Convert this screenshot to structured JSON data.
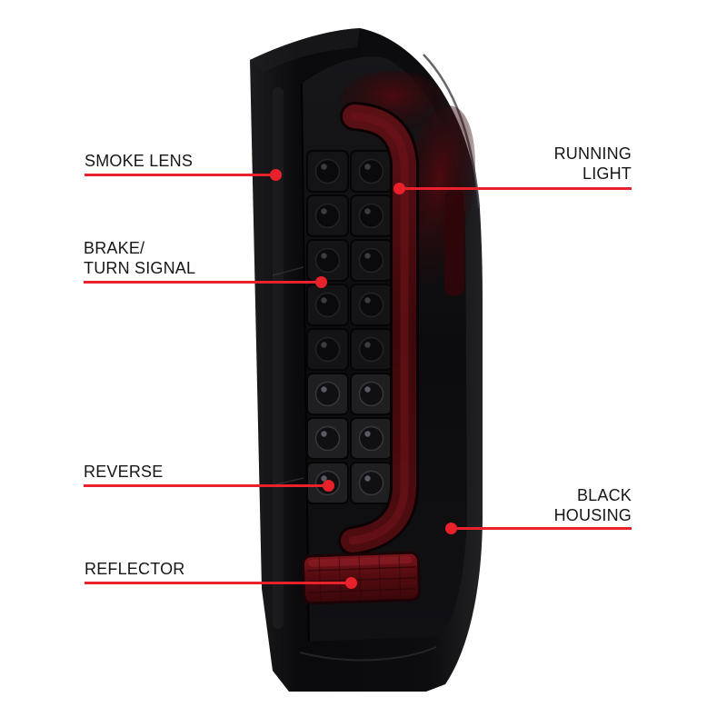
{
  "colors": {
    "accent": "#e8212b",
    "housing": "#0b0b0d",
    "light_bar": "#4a0a0f",
    "reflector": "#5a0c11",
    "background": "#ffffff"
  },
  "callouts": {
    "smoke_lens": {
      "label": "SMOKE LENS"
    },
    "running_light": {
      "label": "RUNNING\nLIGHT"
    },
    "brake_turn_signal": {
      "label": "BRAKE/\nTURN SIGNAL"
    },
    "reverse": {
      "label": "REVERSE"
    },
    "black_housing": {
      "label": "BLACK\nHOUSING"
    },
    "reflector": {
      "label": "REFLECTOR"
    }
  }
}
